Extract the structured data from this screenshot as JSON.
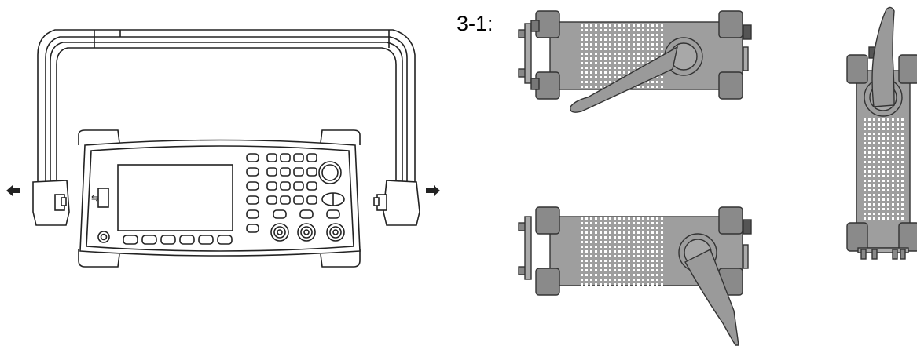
{
  "figure": {
    "label": "3-1:",
    "description_role": "handle-adjustment-diagram"
  },
  "views": [
    {
      "name": "front-view-handle-removal"
    },
    {
      "name": "side-view-handle-down"
    },
    {
      "name": "side-view-handle-angled"
    },
    {
      "name": "side-view-handle-up-vertical"
    }
  ]
}
